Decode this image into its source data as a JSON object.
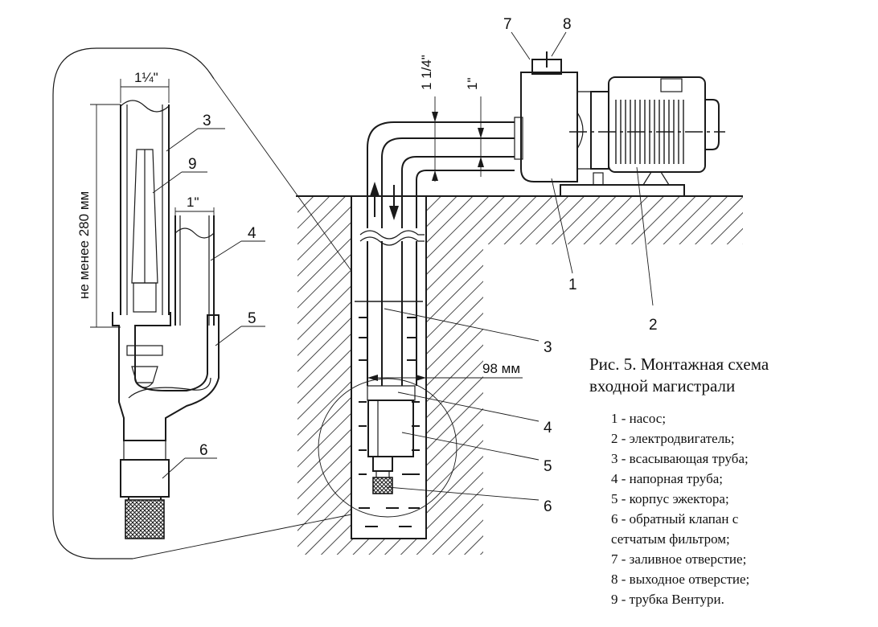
{
  "caption": {
    "line1": "Рис. 5.  Монтажная схема",
    "line2": "входной магистрали"
  },
  "legend": [
    "1 - насос;",
    "2 - электродвигатель;",
    "3 - всасывающая труба;",
    "4 - напорная труба;",
    "5 - корпус эжектора;",
    "6 -  обратный клапан с",
    "сетчатым фильтром;",
    "7 - заливное отверстие;",
    "8 - выходное отверстие;",
    "9 - трубка Вентури."
  ],
  "dimensions": {
    "pipe_large": "1 1/4\"",
    "pipe_small": "1\"",
    "well_diameter": "98 мм",
    "detail_pipe_large": "1¼\"",
    "detail_pipe_small": "1\"",
    "min_length": "не менее 280 мм"
  },
  "callouts": {
    "c1": "1",
    "c2": "2",
    "c3": "3",
    "c4": "4",
    "c5": "5",
    "c6": "6",
    "c7": "7",
    "c8": "8",
    "d3": "3",
    "d9": "9",
    "d4": "4",
    "d5": "5",
    "d6": "6"
  }
}
